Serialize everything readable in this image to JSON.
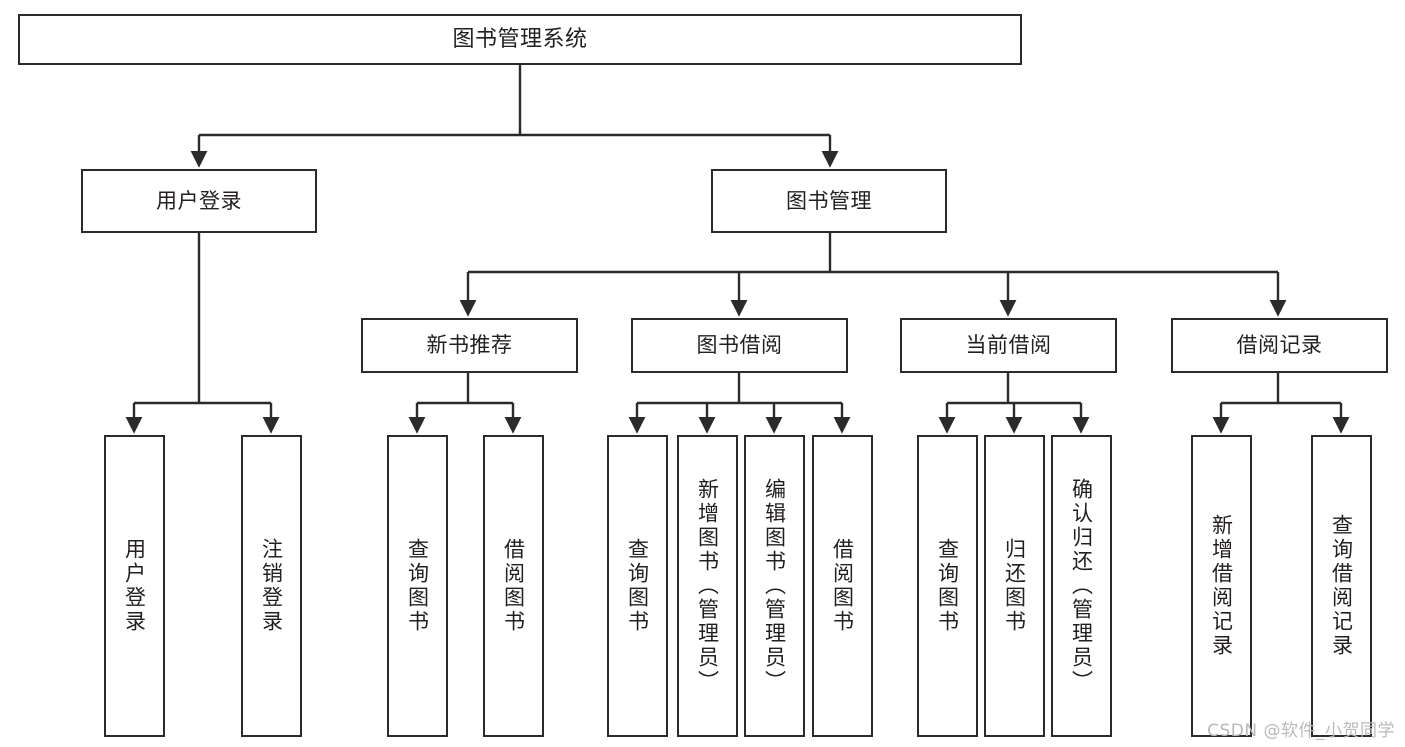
{
  "diagram": {
    "type": "tree",
    "title": "图书管理系统",
    "orientation": "top-down",
    "colors": {
      "stroke": "#2b2b2b",
      "fill": "#ffffff",
      "text": "#231f20",
      "background": "#ffffff",
      "watermark": "#b9b9b9"
    },
    "nodes": {
      "root": {
        "label": "图书管理系统"
      },
      "level2": [
        {
          "id": "user-login",
          "label": "用户登录"
        },
        {
          "id": "book-management",
          "label": "图书管理"
        }
      ],
      "level3": [
        {
          "id": "new-book-recommend",
          "label": "新书推荐"
        },
        {
          "id": "book-borrow",
          "label": "图书借阅"
        },
        {
          "id": "current-borrow",
          "label": "当前借阅"
        },
        {
          "id": "borrow-record",
          "label": "借阅记录"
        }
      ],
      "leaves": {
        "user-login": [
          {
            "id": "leaf-user-login",
            "label": "用户登录"
          },
          {
            "id": "leaf-logout-login",
            "label": "注销登录"
          }
        ],
        "new-book-recommend": [
          {
            "id": "leaf-query-book-1",
            "label": "查询图书"
          },
          {
            "id": "leaf-borrow-book-1",
            "label": "借阅图书"
          }
        ],
        "book-borrow": [
          {
            "id": "leaf-query-book-2",
            "label": "查询图书"
          },
          {
            "id": "leaf-add-book",
            "label": "新增图书（管理员）"
          },
          {
            "id": "leaf-edit-book",
            "label": "编辑图书（管理员）"
          },
          {
            "id": "leaf-borrow-book-2",
            "label": "借阅图书"
          }
        ],
        "current-borrow": [
          {
            "id": "leaf-query-book-3",
            "label": "查询图书"
          },
          {
            "id": "leaf-return-book",
            "label": "归还图书"
          },
          {
            "id": "leaf-confirm-return",
            "label": "确认归还（管理员）"
          }
        ],
        "borrow-record": [
          {
            "id": "leaf-add-record",
            "label": "新增借阅记录"
          },
          {
            "id": "leaf-query-record",
            "label": "查询借阅记录"
          }
        ]
      }
    }
  },
  "watermark": {
    "text": "CSDN @软件_小贺同学"
  }
}
